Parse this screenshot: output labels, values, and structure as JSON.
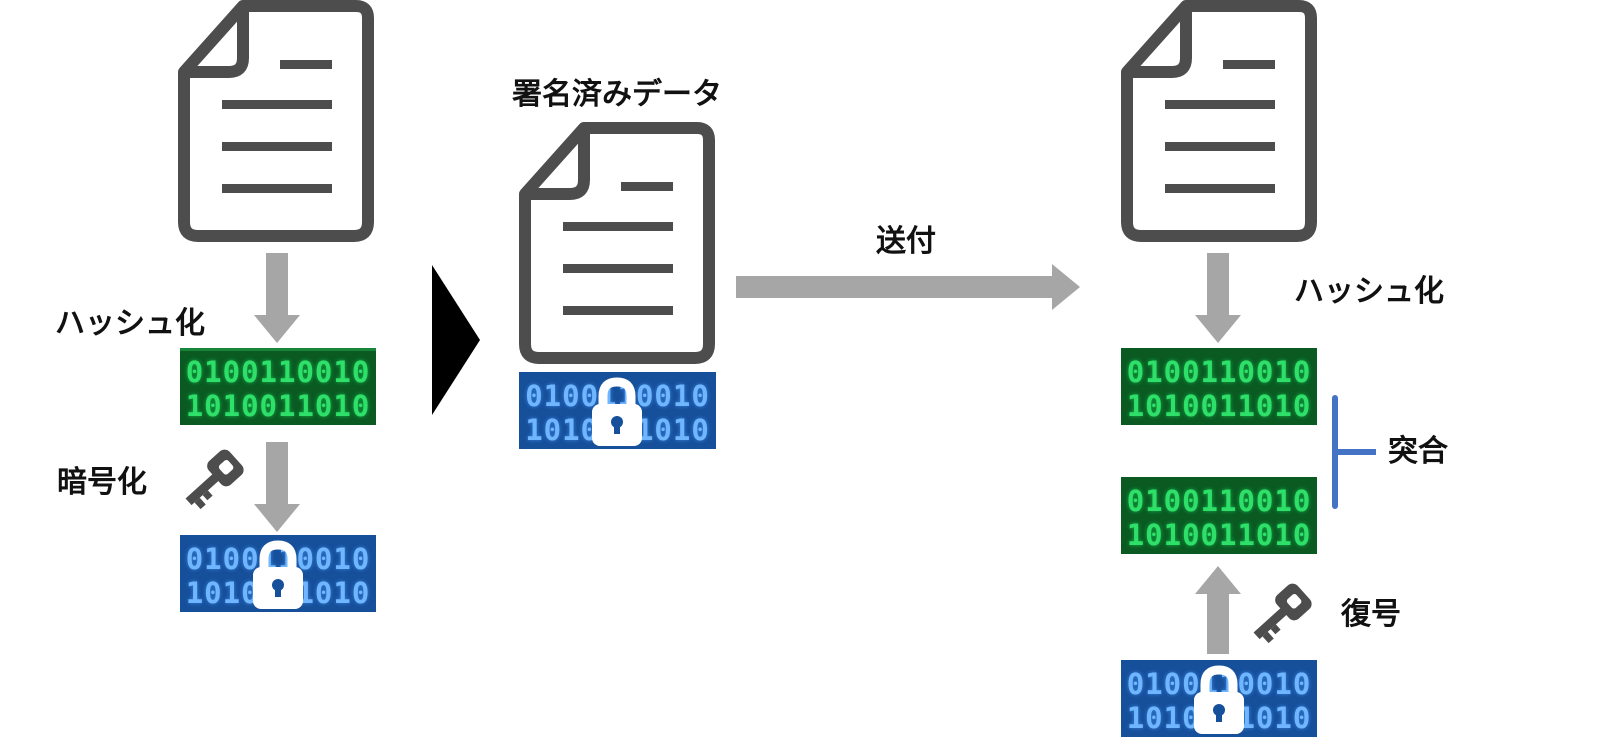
{
  "labels": {
    "hash_left": "ハッシュ化",
    "encrypt": "暗号化",
    "signed_data": "署名済みデータ",
    "send": "送付",
    "hash_right": "ハッシュ化",
    "compare": "突合",
    "decrypt": "復号"
  },
  "binary": {
    "row_a": "0100110010",
    "row_b": "1010011010"
  },
  "colors": {
    "arrow": "#a6a6a6",
    "icon": "#4d4d4d",
    "bracket": "#4472c4",
    "hash_block": "#0a5a22",
    "encrypted_block": "#164f9a"
  }
}
